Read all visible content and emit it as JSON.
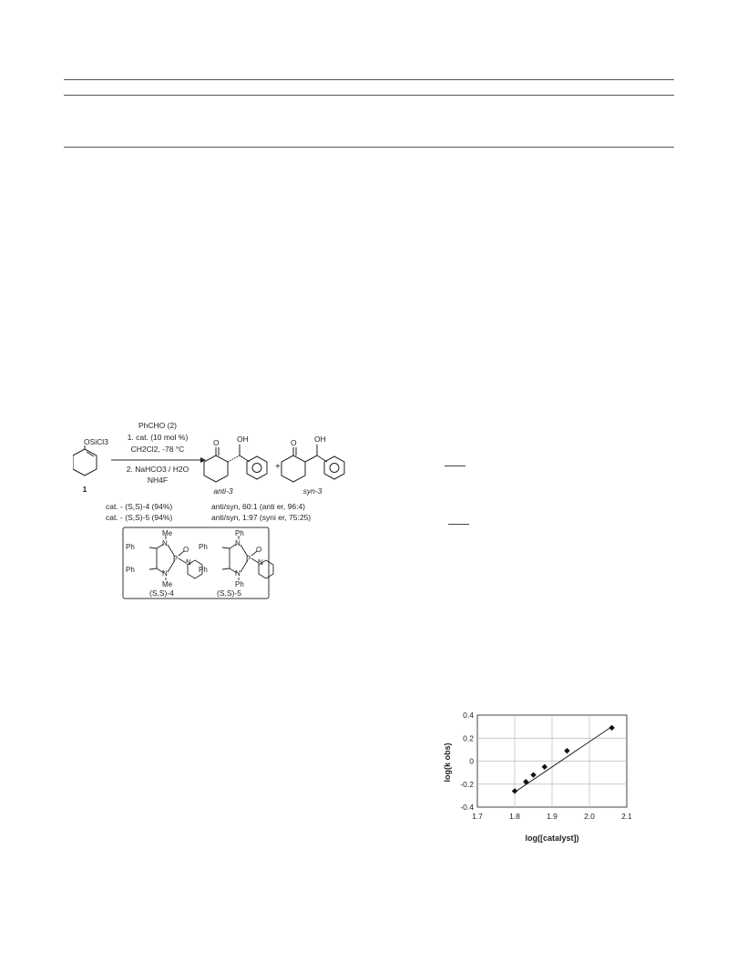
{
  "scheme": {
    "reagent_1": "PhCHO (2)",
    "reagent_2": "1. cat. (10 mol %)",
    "reagent_3": "CH2Cl2, -78 °C",
    "reagent_4": "2. NaHCO3 / H2O",
    "reagent_5": "NH4F",
    "sm_group": "OSiCl3",
    "sm_label": "1",
    "oh": "OH",
    "o": "O",
    "plus": "+",
    "product_anti": "anti-3",
    "product_syn": "syn-3",
    "result_cat_1": "cat. - (S,S)-4 (94%)",
    "result_cat_2": "cat. - (S,S)-5 (94%)",
    "result_sel_1": "anti/syn, 60:1 (anti er, 96:4)",
    "result_sel_2": "anti/syn, 1:97 (syni er, 75:25)",
    "cat4": {
      "ph_top": "Ph",
      "ph_bot": "Ph",
      "n_top": "N",
      "n_bot": "N",
      "sub_top": "Me",
      "sub_bot": "Me",
      "p": "P",
      "o": "O",
      "n_pip": "N",
      "label": "(S,S)-4"
    },
    "cat5": {
      "ph_top": "Ph",
      "ph_bot": "Ph",
      "n_top": "N",
      "n_bot": "N",
      "sub_top": "Ph",
      "sub_bot": "Ph",
      "p": "P",
      "o": "O",
      "n_pip": "N",
      "label": "(S,S)-5"
    }
  },
  "chart_data": {
    "type": "scatter",
    "title": "",
    "xlabel": "log([catalyst])",
    "ylabel": "log(k obs)",
    "xlim": [
      1.7,
      2.1
    ],
    "ylim": [
      -0.4,
      0.4
    ],
    "xticks": [
      "1.7",
      "1.8",
      "1.9",
      "2.0",
      "2.1"
    ],
    "yticks": [
      "0.4",
      "0.2",
      "0",
      "-0.2",
      "-0.4"
    ],
    "grid": true,
    "series": [
      {
        "values": [
          {
            "x": 1.8,
            "y": -0.26
          },
          {
            "x": 1.83,
            "y": -0.18
          },
          {
            "x": 1.85,
            "y": -0.12
          },
          {
            "x": 1.88,
            "y": -0.05
          },
          {
            "x": 1.94,
            "y": 0.09
          },
          {
            "x": 2.06,
            "y": 0.29
          }
        ]
      }
    ],
    "fit": {
      "x": [
        1.8,
        2.06
      ],
      "y": [
        -0.27,
        0.3
      ]
    }
  }
}
